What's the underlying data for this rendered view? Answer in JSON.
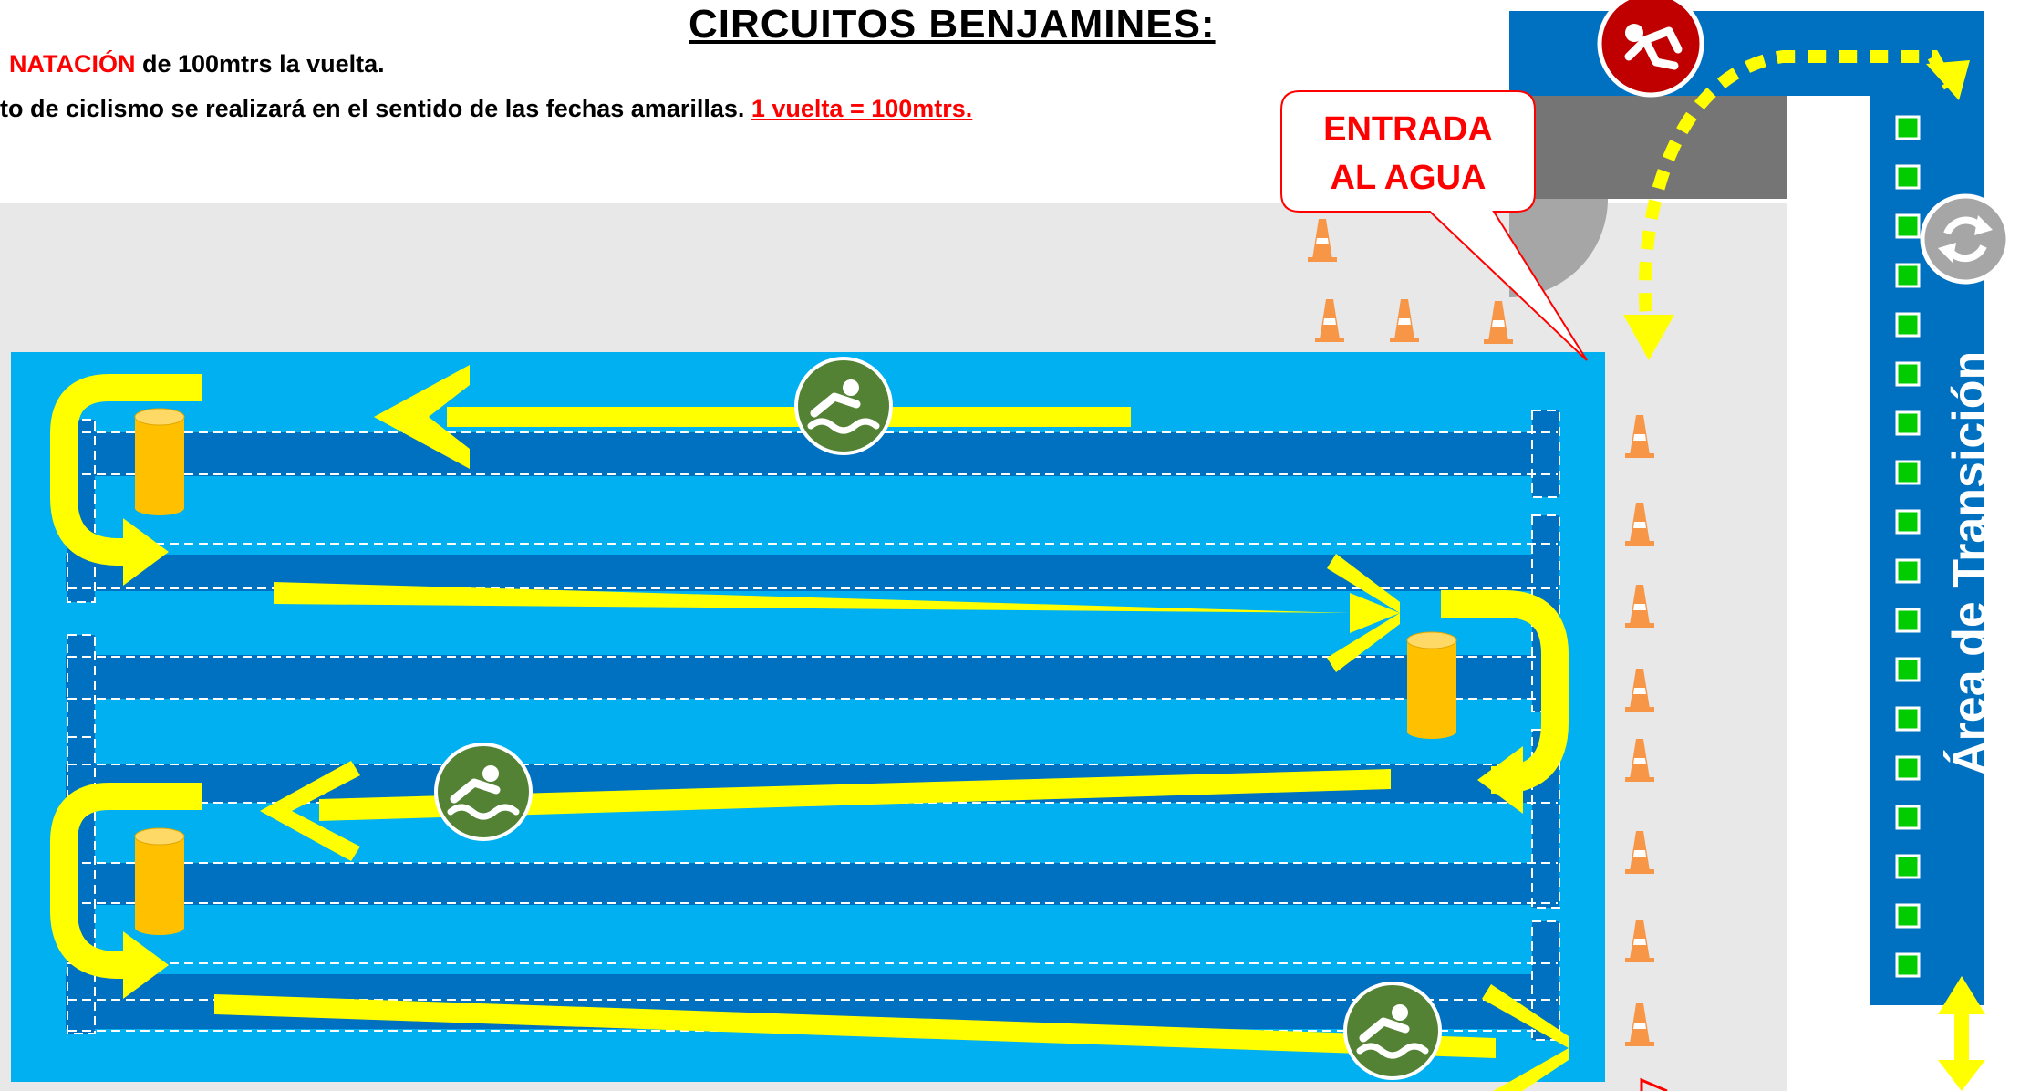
{
  "header": {
    "title": "CIRCUITOS BENJAMINES:",
    "line1_highlight": "NATACIÓN",
    "line1_rest": " de 100mtrs la vuelta.",
    "line2_text": "to de ciclismo se realizará en el sentido de las fechas amarillas. ",
    "line2_highlight": "1 vuelta = 100mtrs."
  },
  "callout": {
    "line1": "ENTRADA",
    "line2": "AL AGUA"
  },
  "transition": {
    "label": "Área de Transición"
  },
  "icons": [
    "swimmer-icon",
    "runner-icon",
    "transition-refresh-icon",
    "traffic-cone-icon",
    "buoy-icon"
  ],
  "colors": {
    "pool": "#00b0f0",
    "lane": "#0070c0",
    "arrow": "#ffff00",
    "swim_icon": "#548235",
    "run_icon": "#c00000",
    "cone": "#f79646",
    "buoy": "#ffc000",
    "green_marker": "#00cc00",
    "callout_text": "#ff0000"
  }
}
